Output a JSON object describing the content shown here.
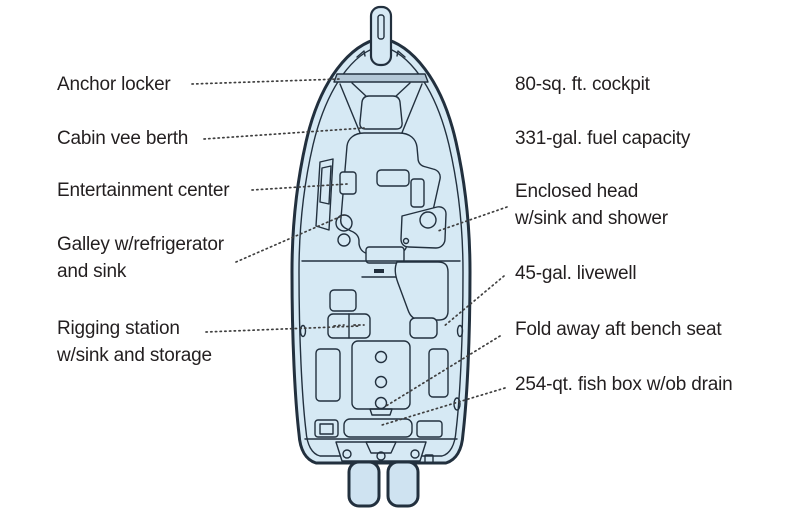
{
  "diagram": {
    "colors": {
      "hull_fill": "#d6e9f4",
      "hull_fill_dark": "#b3c7d6",
      "motor_fill": "#cfe3f1",
      "outline": "#22303e",
      "leader": "#3f3f3f",
      "text": "#231f20",
      "bg": "#ffffff"
    },
    "labels_left": [
      {
        "line1": "Anchor locker",
        "line2": ""
      },
      {
        "line1": "Cabin vee berth",
        "line2": ""
      },
      {
        "line1": "Entertainment center",
        "line2": ""
      },
      {
        "line1": "Galley w/refrigerator",
        "line2": "and sink"
      },
      {
        "line1": "Rigging station",
        "line2": "w/sink and storage"
      }
    ],
    "labels_right": [
      {
        "line1": "80-sq. ft. cockpit",
        "line2": ""
      },
      {
        "line1": "331-gal. fuel capacity",
        "line2": ""
      },
      {
        "line1": "Enclosed head",
        "line2": "w/sink and shower"
      },
      {
        "line1": "45-gal. livewell",
        "line2": ""
      },
      {
        "line1": "Fold away aft bench seat",
        "line2": ""
      },
      {
        "line1": "254-qt. fish box w/ob drain",
        "line2": ""
      }
    ]
  }
}
